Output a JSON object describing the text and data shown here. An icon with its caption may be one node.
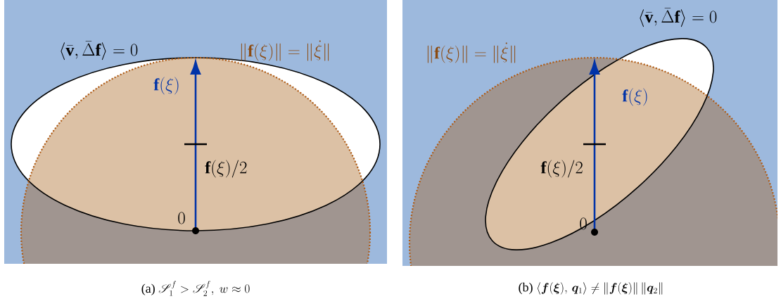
{
  "diagram": {
    "labels": [
      "\\langle \\bar{\\mathbf{v}}, \\bar{\\Delta}\\mathbf{f}\\rangle = 0",
      "\\|\\mathbf{f}(\\xi)\\| = \\|\\dot{\\xi}\\|",
      "\\mathbf{f}(\\xi)",
      "\\mathbf{f}(\\xi)/2",
      "0",
      "\\text{(a)}\\ \\mathscr{S}_1^f > \\mathscr{S}_2^f,\\ w \\approx 0",
      "\\langle \\bar{\\mathbf{v}}, \\bar{\\Delta}\\mathbf{f}\\rangle = 0",
      "\\|\\mathbf{f}(\\xi)\\| = \\|\\dot{\\xi}\\|",
      "\\mathbf{f}(\\xi)",
      "\\mathbf{f}(\\xi)/2",
      "0",
      "\\text{(b)}\\ \\langle \\bm{f}(\\bm{\\xi}),\\, \\bm{q}_1 \\rangle \\neq \\|\\bm{f}(\\bm{\\xi})\\|\\,\\|\\bm{q}_2\\|"
    ]
  }
}
